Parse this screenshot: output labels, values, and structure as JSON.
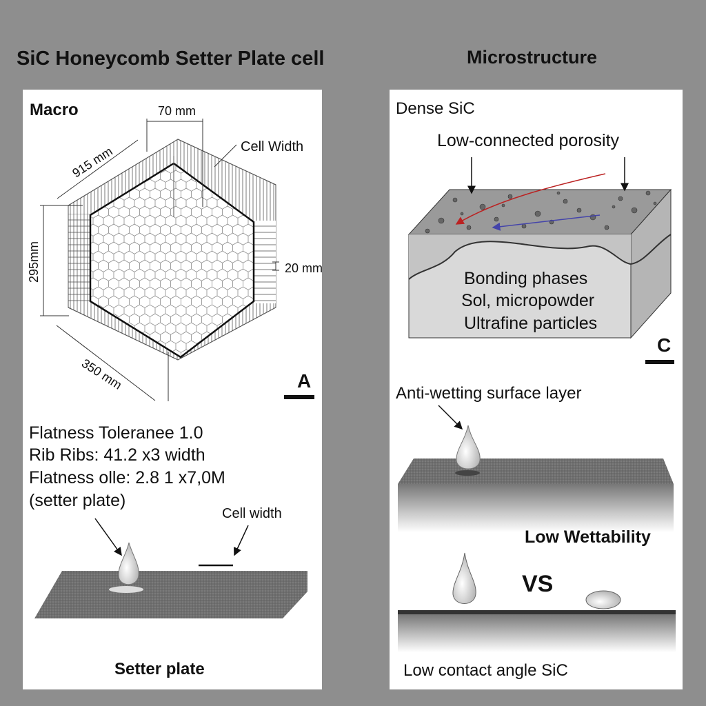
{
  "titles": {
    "left": "SiC Honeycomb Setter Plate cell",
    "right": "Microstructure"
  },
  "macro": {
    "label": "Macro",
    "dim_top": "70 mm",
    "dim_diag_top": "915 mm",
    "cell_width": "Cell Width",
    "dim_left": "295mm",
    "dim_right": "20 mm",
    "dim_diag_bottom": "350 mm",
    "panel_letter": "A"
  },
  "specs": [
    "Flatness Toleranee 1.0",
    "Rib Ribs: 41.2 x3 width",
    "Flatness olle:  2.8 1 x7,0M",
    "(setter plate)"
  ],
  "setter": {
    "cell_width": "Cell width",
    "caption": "Setter plate"
  },
  "micro": {
    "label": "Dense SiC",
    "porosity": "Low-connected porosity",
    "lines": [
      "Bonding phases",
      "Sol, micropowder",
      "Ultrafine particles"
    ],
    "panel_letter": "C"
  },
  "wetting": {
    "layer": "Anti-wetting surface layer",
    "low_wettability": "Low Wettability",
    "vs": "VS",
    "caption": "Low contact angle SiC"
  }
}
